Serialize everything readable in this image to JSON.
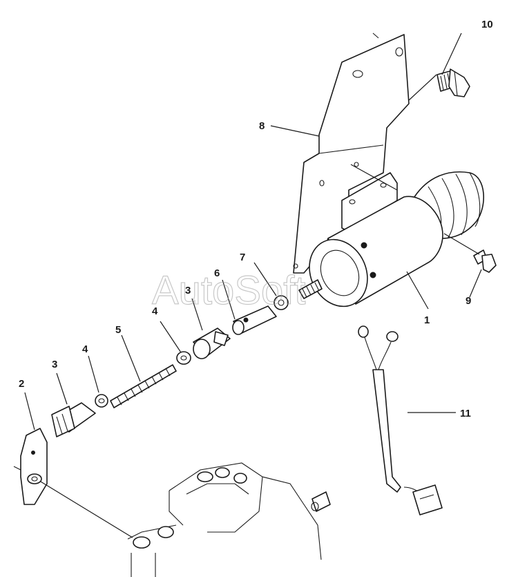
{
  "watermark": "AutoSoft",
  "callouts": {
    "c1": "1",
    "c2": "2",
    "c3a": "3",
    "c3b": "3",
    "c4a": "4",
    "c4b": "4",
    "c5": "5",
    "c6": "6",
    "c7": "7",
    "c8": "8",
    "c9": "9",
    "c10": "10",
    "c11": "11"
  }
}
